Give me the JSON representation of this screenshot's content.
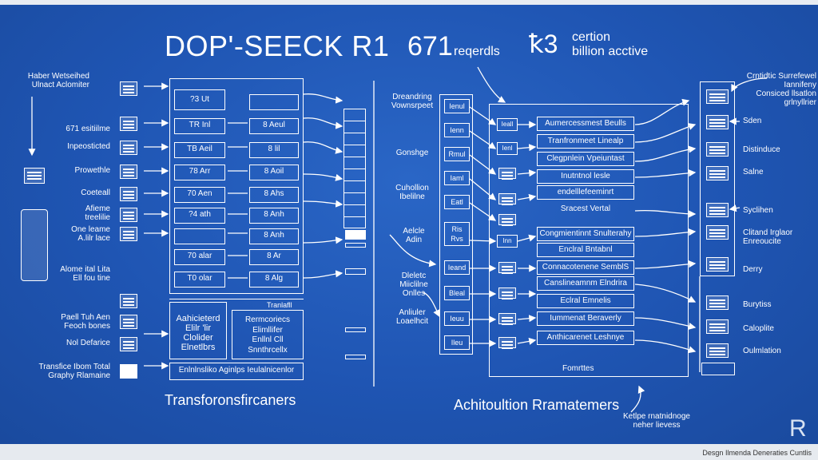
{
  "header": {
    "title": "DOP'-SEECK R1",
    "records_number": "671",
    "records_label": "reqerdls",
    "stat_big": "ꝁ3",
    "stat_line1": "certion",
    "stat_line2": "billion acctive"
  },
  "left_labels": {
    "top": "Haber Wetseihed\nUlnact Aclomiter",
    "l1": "671 esitiilme",
    "l2": "Inpeosticted",
    "l3": "Prowethle",
    "l4": "Coeteall",
    "l5": "Afieme\ntreelilie",
    "l6": "One leame\nA.lilr lace",
    "l7": "Alome ital Lita\nEll fou tine",
    "l8": "Paell Tuh Aen\nFeoch bones",
    "l9": "Nol Defarice",
    "l10": "Transfice Ibom Total\nGraphy Rlamaine"
  },
  "grid_left": [
    "?3 Ut",
    "TR Inl",
    "TB Aeil",
    "78 Arr",
    "70 Aen",
    "?4 ath",
    "",
    "70 alar",
    "T0 olar"
  ],
  "grid_right": [
    "",
    "8 Aeul",
    "8 lil",
    "8 Aoil",
    "8 Ahs",
    "8 Anh",
    "8 Anh",
    "8 Ar",
    "8 Alg"
  ],
  "grid_bottom_row": "Tranlafll",
  "lower_left_box": "Aahicieterd\nElilr 'lir\nClolider\nElnetlbrs",
  "lower_mid_box": "Rermcoriecs\nElimllifer\nEnllnl Cll\nSnnthrcellx",
  "bottom_bar": "Enlnlnsliko Aginlps Ieulalnicenlor",
  "transform_caption": "Transforonsfircaners",
  "middle_labels": {
    "m1": "Dreandring\nVownsrpeet",
    "m2": "Gonshge",
    "m3": "Cuhollion\nIbelilne",
    "m4": "Aelcle\nAdin",
    "m5": "Dleletc\nMiiclilne\nOnlles",
    "m6": "Anliuler\nLoaelhcit"
  },
  "col_a": [
    "Ienul",
    "Ienn",
    "Rmul",
    "Iaml",
    "Eatl",
    "Ris\nRvs",
    "Ieand",
    "Bleal",
    "Ieuu",
    "Ileu"
  ],
  "col_b": [
    "Ieall",
    "Ienl",
    "",
    "",
    "",
    "Inn",
    "",
    "",
    "",
    ""
  ],
  "modules": [
    "Aumercessmest Beulls",
    "Tranfronmeet Linealp",
    "Clegpnlein Vpeiuntast",
    "Inutntnol lesle",
    "endelllefeeminrt",
    "Sracest Vertal",
    "Congmientinnt Snulterahy",
    "Enclral Bntabnl",
    "Connacotenene SemblS",
    "Canslineamnm Elndrira",
    "Eclral Emnelis",
    "Iummenat Beraverly",
    "Anthicarenet Leshnye"
  ],
  "modules_footer": "Fomrttes",
  "arch_caption": "Achitoultion Rramatemers",
  "arch_note": "Ketlpe rnatnidnoge\nneher lievess",
  "right_labels": {
    "r1": "Crntidtic Surrefewel\nIannifeny\nConsiced llsatlon\ngrlnyllrier",
    "r2": "Sden",
    "r3": "Distinduce",
    "r4": "Salne",
    "r5": "Syclihen",
    "r6": "Clitand Irglaor\nEnreoucite",
    "r7": "Derry",
    "r8": "Burytiss",
    "r9": "Caloplite",
    "r10": "Oulmlation"
  },
  "corner_letter": "R",
  "footer_note": "Desgn Ilmenda Deneraties Cuntlis"
}
